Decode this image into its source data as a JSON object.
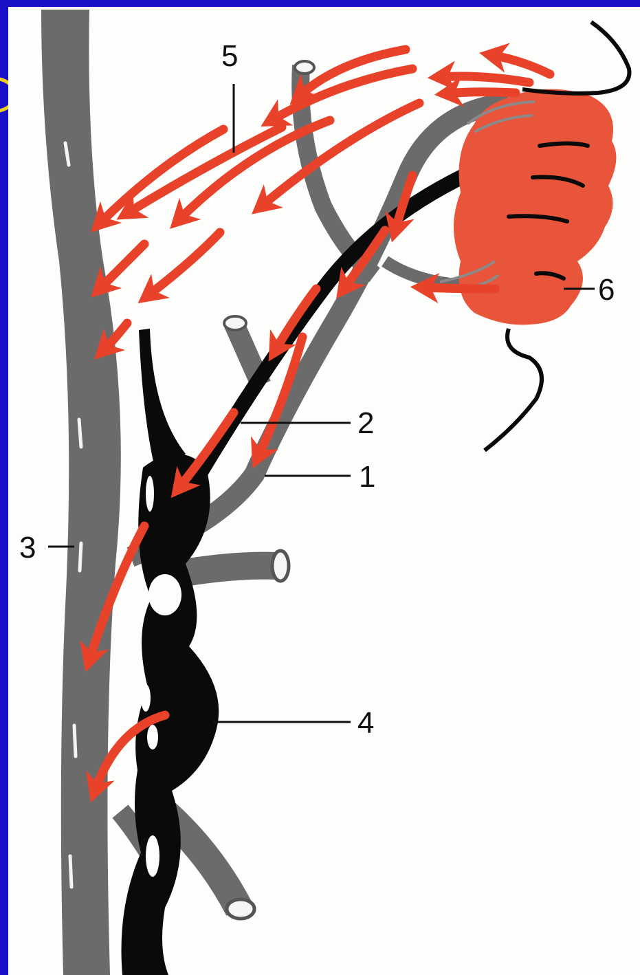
{
  "figure": {
    "labels": {
      "l1": "1",
      "l2": "2",
      "l3": "3",
      "l4": "4",
      "l5": "5",
      "l6": "6"
    }
  },
  "colors": {
    "background": "#1a10c8",
    "paper": "#fdfdfb",
    "vessel_grey": "#6b6b6b",
    "lymph_black": "#0a0a0a",
    "organ_red": "#e8553a",
    "arrow_red": "#e8432a",
    "accent_yellow": "#f0d020"
  },
  "icons": {
    "arrow": "red-flow-arrow",
    "ring": "yellow-ring-fragment"
  }
}
